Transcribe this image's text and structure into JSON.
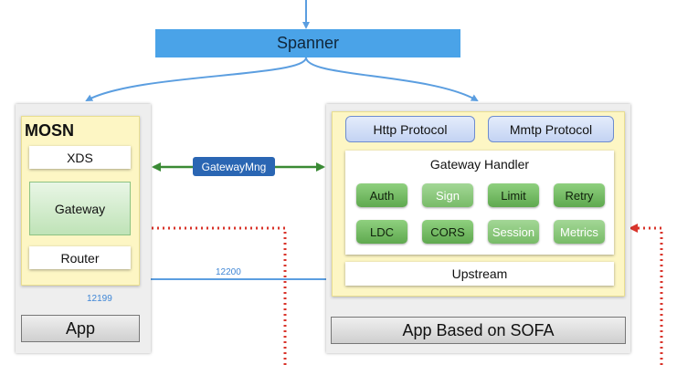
{
  "spanner": {
    "label": "Spanner"
  },
  "mosn": {
    "title": "MOSN",
    "xds": "XDS",
    "gateway": "Gateway",
    "router": "Router",
    "app": "App"
  },
  "right": {
    "http_protocol": "Http Protocol",
    "mmtp_protocol": "Mmtp Protocol",
    "gateway_handler": "Gateway Handler",
    "handlers": [
      {
        "label": "Auth",
        "style": "dark"
      },
      {
        "label": "Sign",
        "style": "light"
      },
      {
        "label": "Limit",
        "style": "dark"
      },
      {
        "label": "Retry",
        "style": "dark"
      },
      {
        "label": "LDC",
        "style": "dark"
      },
      {
        "label": "CORS",
        "style": "dark"
      },
      {
        "label": "Session",
        "style": "light"
      },
      {
        "label": "Metrics",
        "style": "light"
      }
    ],
    "upstream": "Upstream",
    "app": "App Based on SOFA"
  },
  "connector": {
    "label": "GatewayMng"
  },
  "ports": {
    "upstream_to_mosn": "12200",
    "mosn_to_app": "12199",
    "upstream_to_app": "12199"
  },
  "colors": {
    "blue_arrow": "#5b9ee0",
    "green_arrow": "#3a8a34",
    "red_dotted": "#d9342b",
    "spanner": "#4aa3e8"
  }
}
